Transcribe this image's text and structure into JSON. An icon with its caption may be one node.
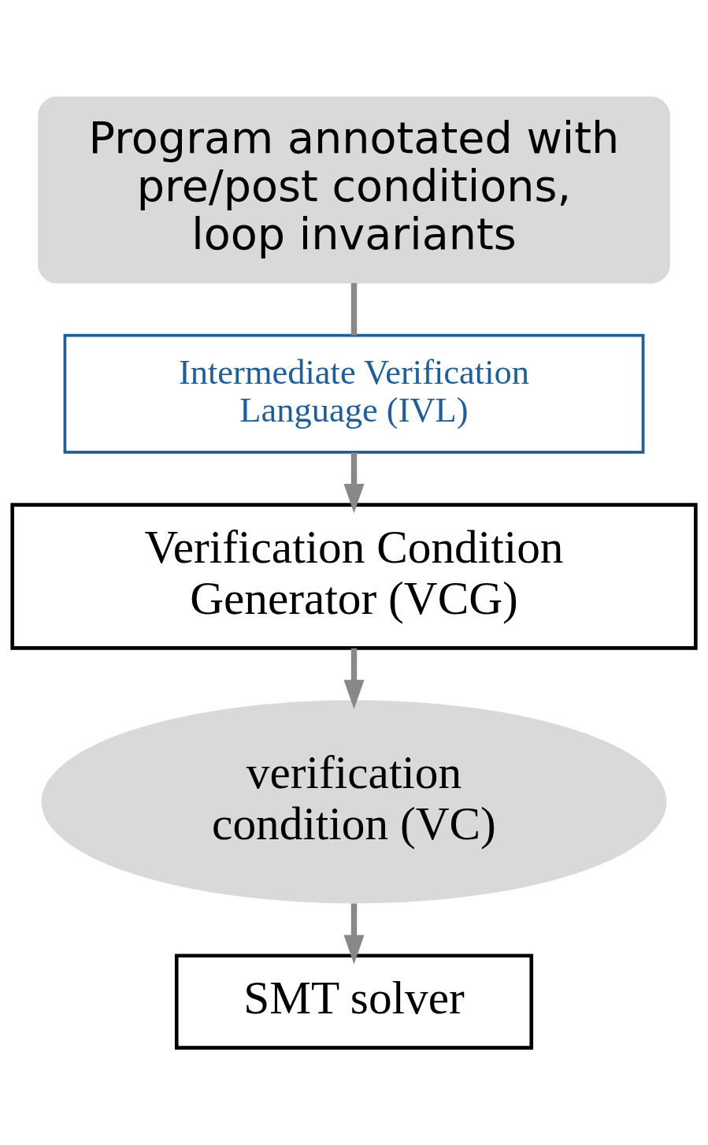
{
  "diagram": {
    "nodes": [
      {
        "text": [
          "Program annotated with pre/post conditions, loop invariants"
        ]
      },
      {
        "text": [
          "Intermediate Verification Language (IVL)"
        ]
      },
      {
        "text": [
          "Verification Condition Generator (VCG)"
        ]
      },
      {
        "text": [
          "verification condition (VC)"
        ]
      },
      {
        "text": [
          "SMT solver"
        ]
      }
    ],
    "edges": [
      {
        "from": 0,
        "to": 1,
        "arrow": "none"
      },
      {
        "from": 1,
        "to": 2,
        "arrow": "to"
      },
      {
        "from": 2,
        "to": 3,
        "arrow": "to"
      },
      {
        "from": 3,
        "to": 4,
        "arrow": "to"
      }
    ]
  }
}
